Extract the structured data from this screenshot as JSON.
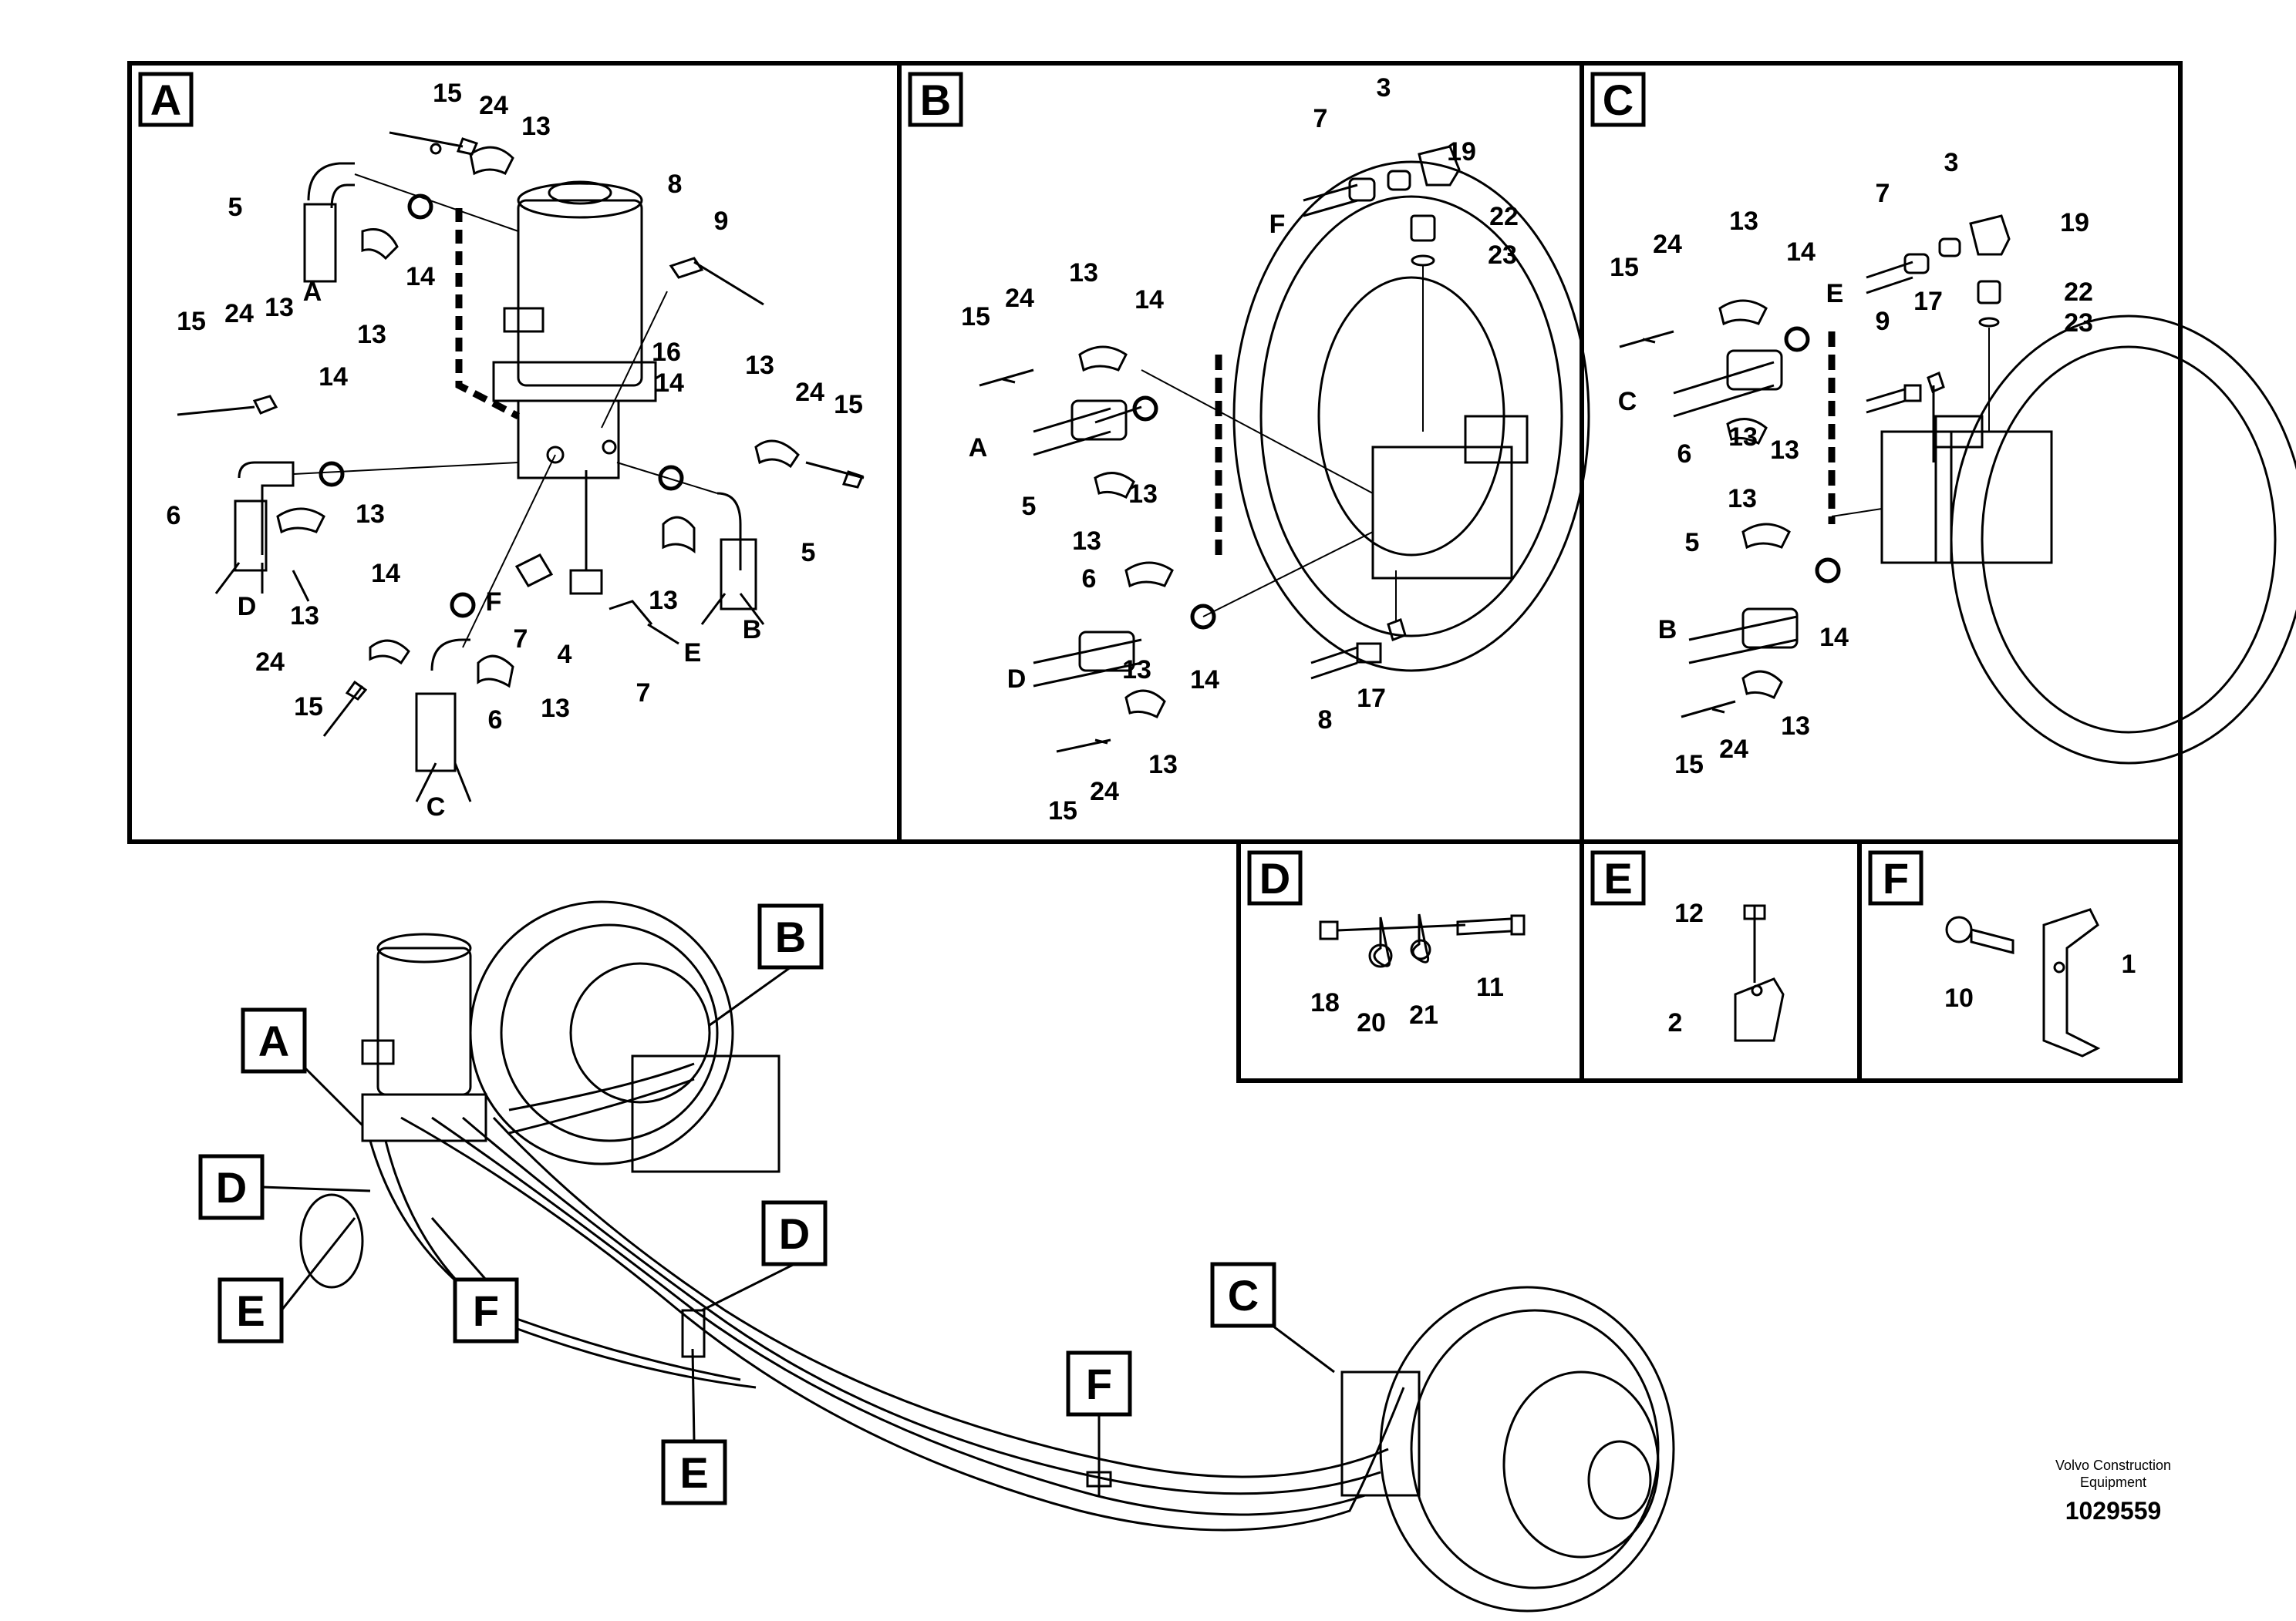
{
  "panels": {
    "A": {
      "letter": "A"
    },
    "B": {
      "letter": "B"
    },
    "C": {
      "letter": "C"
    },
    "D": {
      "letter": "D"
    },
    "E": {
      "letter": "E"
    },
    "F": {
      "letter": "F"
    }
  },
  "callouts": [
    "A",
    "B",
    "C",
    "D",
    "E",
    "F",
    "D",
    "E",
    "F"
  ],
  "part_numbers_A": [
    "15",
    "24",
    "13",
    "5",
    "14",
    "13",
    "8",
    "9",
    "15",
    "24",
    "13",
    "14",
    "16",
    "14",
    "13",
    "24",
    "15",
    "6",
    "13",
    "14",
    "7",
    "4",
    "13",
    "5",
    "13",
    "24",
    "15",
    "6",
    "13",
    "7",
    "E",
    "A",
    "D",
    "B",
    "C",
    "F"
  ],
  "part_numbers_B": [
    "7",
    "3",
    "19",
    "22",
    "23",
    "F",
    "15",
    "24",
    "13",
    "14",
    "A",
    "5",
    "13",
    "13",
    "13",
    "6",
    "D",
    "14",
    "8",
    "17",
    "15",
    "24",
    "13"
  ],
  "part_numbers_C": [
    "3",
    "7",
    "19",
    "13",
    "15",
    "24",
    "14",
    "E",
    "22",
    "23",
    "9",
    "17",
    "C",
    "6",
    "13",
    "13",
    "13",
    "5",
    "B",
    "14",
    "15",
    "24",
    "13"
  ],
  "part_numbers_D": [
    "18",
    "20",
    "21",
    "11"
  ],
  "part_numbers_E": [
    "12",
    "2"
  ],
  "part_numbers_F": [
    "10",
    "1"
  ],
  "brand": {
    "line1": "Volvo Construction",
    "line2": "Equipment",
    "doc_number": "1029559"
  }
}
